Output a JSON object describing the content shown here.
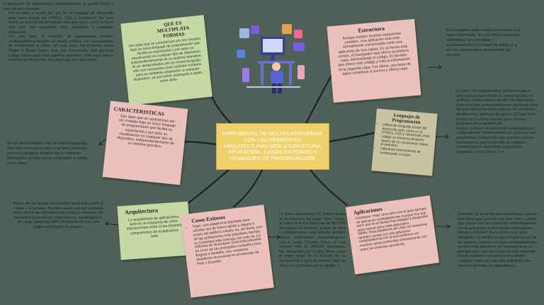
{
  "center": "MAPA MENTAL DE MULTIPLATAFORMAS, CON LAS DIFERENTES ARQUITECTURAS WEB (ESTRUCTURA, APLICACIÓN , CASOS EXITOSOS) Y LENGUAJES DE PROGRAMACIÓN.",
  "colors": {
    "background": "#4f6158",
    "notes_green": "#c6d8a4",
    "notes_pink": "#ecc0bb",
    "notes_tan": "#c9c3a2",
    "center": "#efd06a"
  },
  "que_es": {
    "title": "QUE ES MULTIPLATA FORMAS",
    "body": "son apps que se caracterizan por ser creadas bajo un único lenguaje de programación que facilita su exportación y por tanto su visualización en cualquier tipo de dispositivo independientemente de su sistema operativo. Al ser desarrollados con un mismo lenguaje, sólo son necesarios unos cambios mínimos para su completa adaptación a cualquier dispositivo, ya sea móvil, ordenador o tablet, entre otros"
  },
  "left_top": {
    "intro": "El desarrollo de aplicaciones multiplataforma se puede llevar a cabo de dos maneras",
    "items": [
      "Por un lado, a través del uso de un lenguaje de desarrollo web como puede ser HTML5, CSS o JavaScript. De esta forma se estaría desarrollando una aplicación como si fuera una web con capacidad para adaptarse a cualquier dispositivo.",
      "Por otro lado, la creación de aplicaciones móviles multiplataforma también se puede realizar con herramientas de renderizado a nativo. En este caso, herramientas como Flutter o React Native que son frameworks que generan código nativo para cada sistema operativo. Esto hace que la experiencia de usuario sea igual que una app nativa."
    ]
  },
  "caracteristicas": {
    "title": "CARACTERISTICAS",
    "body": "Son apps que se caracterizan por ser creadas bajo un único lenguaje de programación que facilita su exportación y por tanto su visualización en cualquier tipo de dispositivo, independientemente de su sistema operativo."
  },
  "left_mid": "Al ser desarrollados con un mismo lenguaje, sólo son necesarios unos cambios mínimos para su completa adaptación a cualquier dispositivo, ya sea móvil, ordenador o tablet, entre otros",
  "arquitectura": {
    "title": "Arquitectura",
    "body": "La arquitectura de aplicaciones web es un esquema de como interaccionan entre sí los distintos componentes de la aplicación web."
  },
  "left_bottom": "Puede ser tan simple como definir la relación entre el cliente y el servidor. También puede ser tan compleja como definir las interrelaciones entre un enjambre de servidores backend en contenedores, equilibradores de carga, pasarelas API y frontends de una sola página orientados al usuario.",
  "casos": {
    "title": "Casos Exitosos",
    "items": [
      "Topp!, una plataforma diseñada para solicitar taxi de forma rápida y segura a través del teléfono celular, es, sin duda, una de las aplicaciones más populares hechas en Colombia más exitosas con más de 1,5 millones de descargas. Esta está presente en cinco de las principales ciudades como Bogotá a Medellín, sus creadores decidieron incursionar en el mercado de Perú y Ecuador."
    ]
  },
  "casos_text": "La firma colombiana C2 Game Studio es la creadora del juego Nitro Chimp, el cual a la fecha lleva más de 862.000 descargas en distintos países de Asia y Latinoamérica. Este estudio también obtuvo importantes reconocimientos con el juego Cowboy Guns, el cual alcanzó más de 300.000 descargas, fue destacado por la App Store como el mejor juego en la sección de su lanzamiento y ganó el premio Lápiz de Acero en Colombia por su diseño. o.",
  "estructura": {
    "title": "Estructura",
    "body": "Aunque existen muchas variaciones posibles, una aplicación web está normalmente estructurada como una aplicación de tres-capas. En su forma más común, el navegador web ofrece la primera capa, interpretando el código. El servidor que ofrece este código y toda la información es la segunda capa. Por último, una base de datos constituye la tercera y última capa"
  },
  "right_top": "El navegador web manda peticiones a la capa intermedia, la cual ofrece servicios valiéndose de consultas y actualizaciones a la base de datos, y a su vez, proporciona una interfaz de usuario.",
  "lenguajes": {
    "title": "Lenguajes de Programación",
    "items": [
      "Utilizando lenguaje propio del desarrollo web, como es el HTML5, CSS y JavaScript. Este código se presenta después dentro de un contenedor nativo, el webview.",
      "Utilizando herramientas de renderizado a nativo."
    ]
  },
  "right_mid": [
    "El Cairo: Un software libre, biblioteca que se utiliza para proporcionar un vector basado en gráficos, independiente del API del dispositivo. Está diseñado para proporcionar primitivas para dibujos bidimensionales a través de un número de diferentes sistemas de apoyo. El Cairo está escrito en C y tiene enlaces para muchos lenguajes de programación.",
    "Eclipse: Entorno de desarrollo multiplataforma, código abierto. Implementado en Java con una arquitectura configurable que soporta muchos herramientas para desarrollo de software. Complementos disponibles para varios lenguajes, como Java y C++."
  ],
  "aplicaciones": {
    "title": "Aplicaciones",
    "items": [
      "Facebook. Hace unos años era el gran ejemplo de aplicación multiplataforma. Aunque hoy que decir que en el tiempo han pasado a desarrollar apps nativas para cada dispositivo.",
      "Netflix. Esta plataforma de vídeo en streaming también cuenta con una aplicación multiplataforma con la que podemos ver nuestras series preferidas cómodamente con todos los sistemas operativos."
    ]
  },
  "right_bottom": [
    "Evernote. Si es de las que hace listas y apunta todo tiene que conocer esta App. Pero, ¿sabía que cuenta con una aplicación multiplataforma con la que puede entrar desde ordenadores, tablets o móviles? Pues ahora ya lo sabe.",
    "Hangouts. La verdad es que Google es uno de los grandes expertos en Apps multiplataformas, aunque esta aplicación de mensajería es un ejemplo muy claro de lo que se está hablando. Puede mantener conversaciones desde cualquier lugar con una sola aplicación que funciona en todos los dispositivos."
  ]
}
